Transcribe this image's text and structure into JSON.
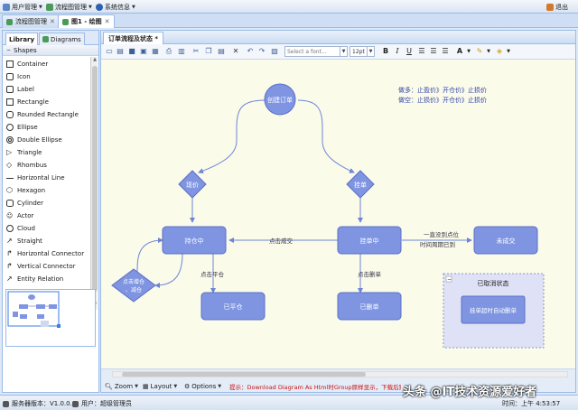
{
  "menubar": {
    "items": [
      {
        "label": "用户管理",
        "icon": "user-icon"
      },
      {
        "label": "流程图管理",
        "icon": "flowchart-icon"
      },
      {
        "label": "系统信息",
        "icon": "info-icon"
      }
    ],
    "logout": "退出"
  },
  "tabs": [
    {
      "label": "流程图管理"
    },
    {
      "label": "图1 - 绘图"
    }
  ],
  "library": {
    "tabs": [
      "Library",
      "Diagrams"
    ],
    "section": "Shapes",
    "shapes": [
      "Container",
      "Icon",
      "Label",
      "Rectangle",
      "Rounded Rectangle",
      "Ellipse",
      "Double Ellipse",
      "Triangle",
      "Rhombus",
      "Horizontal Line",
      "Hexagon",
      "Cylinder",
      "Actor",
      "Cloud",
      "Straight",
      "Horizontal Connector",
      "Vertical Connector",
      "Entity Relation"
    ]
  },
  "editor": {
    "tab": "订单流程及状态 *",
    "font_placeholder": "Select a font...",
    "font_size": "12pt",
    "bold": "B",
    "italic": "I",
    "underline": "U"
  },
  "diagram": {
    "nodes": {
      "create": "创建订单",
      "market": "现价",
      "limit": "挂单",
      "holding": "持仓中",
      "pending": "挂单中",
      "unfilled": "未成交",
      "closed": "已平仓",
      "deleted": "已删单",
      "adjust1": "点击增仓",
      "adjust2": "、减仓",
      "auto_delete": "挂单超时自动删单"
    },
    "edges": {
      "filled": "点击成交",
      "close": "点击平仓",
      "delete": "点击删单",
      "timeout1": "一直没到点位",
      "timeout2": "时间周期已到"
    },
    "notes": [
      "做多：止盈价》开仓价》止损价",
      "做空：止损价》开仓价》止损价"
    ],
    "group": {
      "title": "已取消状态",
      "collapse": "−"
    }
  },
  "bottom": {
    "zoom": "Zoom",
    "layout": "Layout",
    "options": "Options",
    "hint": "提示：Download Diagram As Html时Group原样显示，下载后别不能"
  },
  "status": {
    "version": "服务器版本：V1.0.0.0",
    "user": "用户：超级管理员",
    "time_visible": "时间：上午 4:53:57"
  },
  "watermark": "头条 @IT技术资源爱好者",
  "colors": {
    "node_fill": "#7f95e2",
    "node_stroke": "#5a6fc6",
    "canvas": "#fbfbea",
    "accent": "#99bbe8",
    "hint": "#cc1111"
  }
}
